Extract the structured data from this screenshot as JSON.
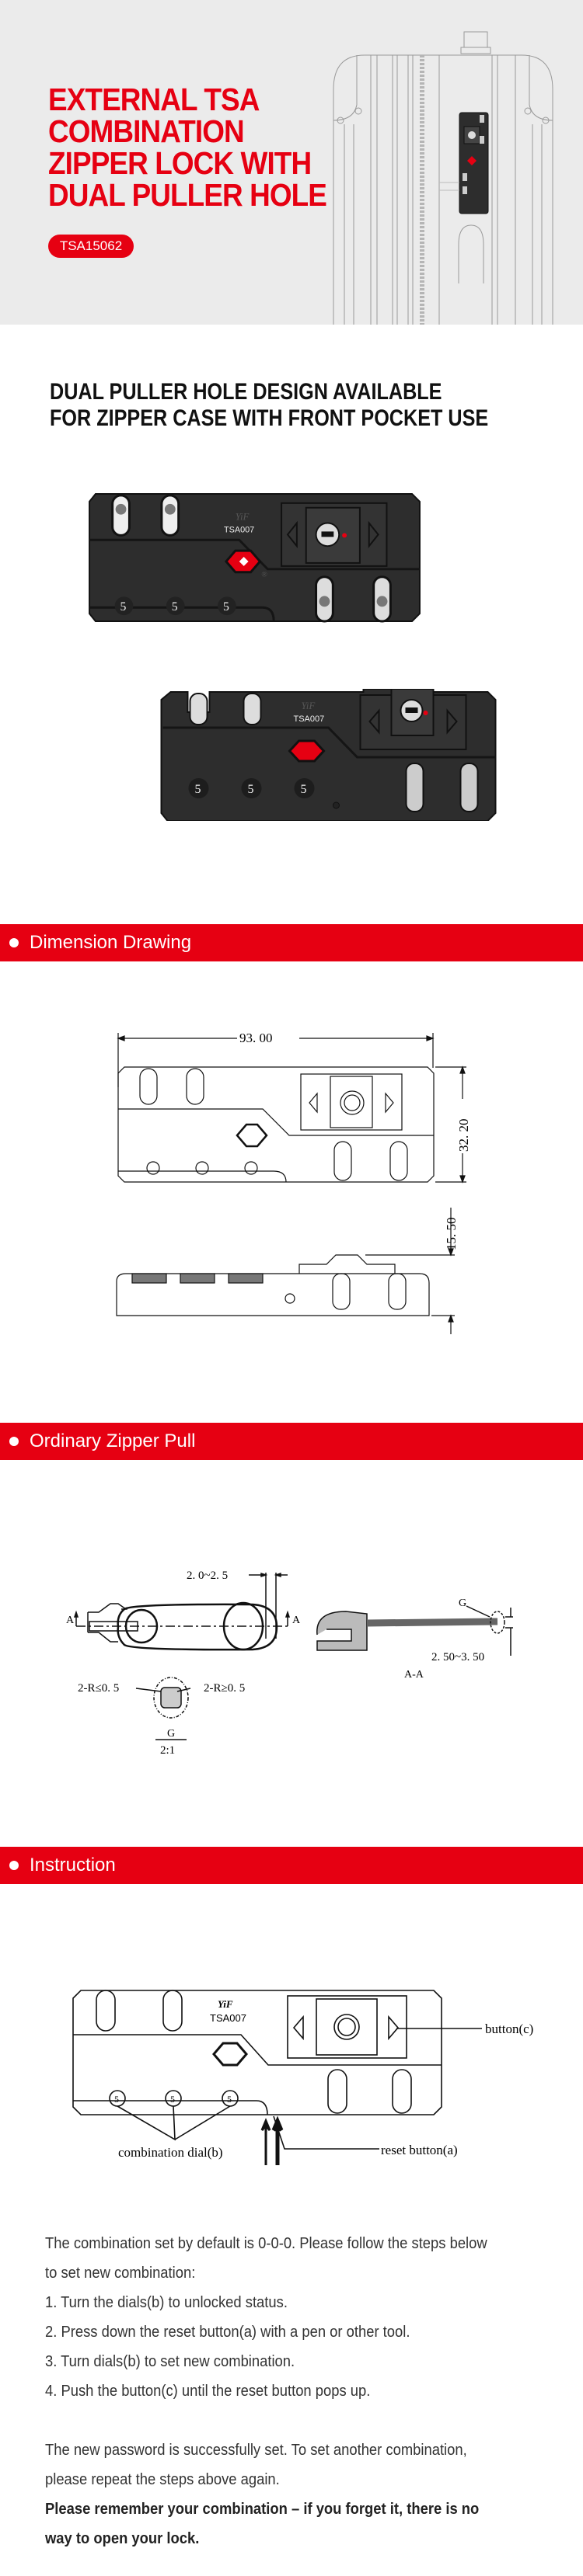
{
  "hero": {
    "title_lines": [
      "EXTERNAL TSA",
      "COMBINATION",
      "ZIPPER LOCK WITH",
      "DUAL PULLER HOLE"
    ],
    "model_badge": "TSA15062"
  },
  "feature": {
    "headline_lines": [
      "DUAL PULLER HOLE DESIGN AVAILABLE",
      "FOR ZIPPER CASE WITH FRONT POCKET USE"
    ]
  },
  "lock_marking": {
    "brand": "YiF",
    "model": "TSA007",
    "dial_digit": "5",
    "registered": "®"
  },
  "sections": {
    "dimension": "Dimension Drawing",
    "zipper": "Ordinary Zipper Pull",
    "instruction": "Instruction"
  },
  "dimensions": {
    "length": "93. 00",
    "height": "32. 20",
    "thickness": "15. 50"
  },
  "zipper_pull": {
    "slot_width": "2. 0~2. 5",
    "section_mark": "A",
    "detail_mark": "G",
    "thickness": "2. 50~3. 50",
    "section_label": "A-A",
    "radius_min": "2-R≤0. 5",
    "radius_max": "2-R≥0. 5",
    "detail_scale": "2:1"
  },
  "instruction_diagram": {
    "button_c": "button(c)",
    "reset_a": "reset button(a)",
    "dial_b": "combination dial(b)"
  },
  "instructions": {
    "intro_lines": [
      "The combination set by default is 0-0-0. Please follow the steps below",
      "to set new combination:"
    ],
    "steps": [
      "1. Turn the dials(b) to unlocked status.",
      "2. Press down the reset button(a) with a pen or other tool.",
      "3. Turn dials(b) to set new combination.",
      "4. Push the button(c) until the reset button pops up."
    ],
    "outro_lines": [
      "The new password is successfully set. To set another combination,",
      "please repeat the steps above again."
    ],
    "warning_lines": [
      "Please remember your combination – if you forget it, there is no",
      "way to open your lock."
    ]
  },
  "colors": {
    "accent": "#e60012",
    "hero_bg": "#ebebeb",
    "lock_body": "#2d2d2d"
  }
}
